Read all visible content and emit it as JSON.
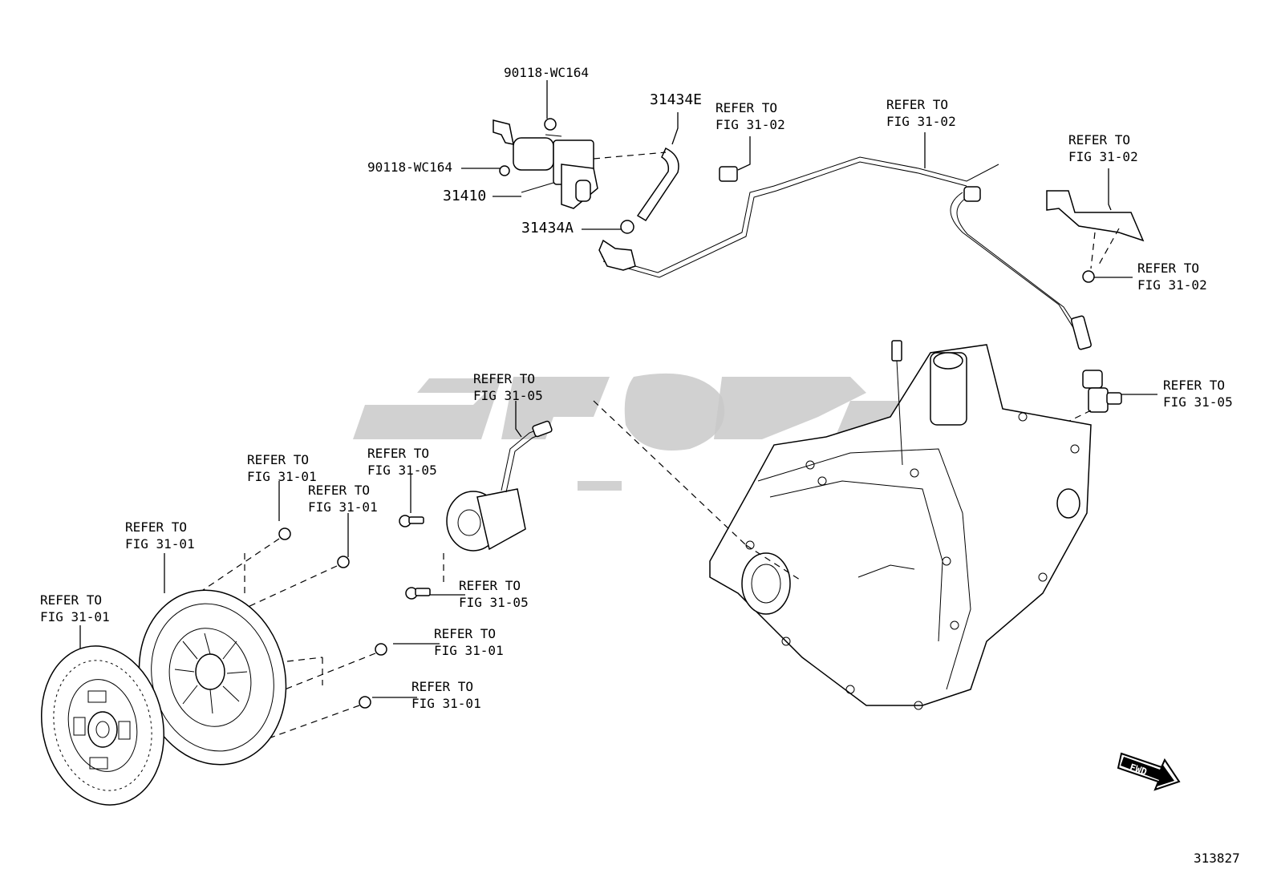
{
  "figure_id": "313827",
  "fwd_label": "FWD",
  "labels": [
    {
      "id": "p90118a",
      "lines": [
        "90118-WC164"
      ]
    },
    {
      "id": "p90118b",
      "lines": [
        "90118-WC164"
      ]
    },
    {
      "id": "p31434e",
      "lines": [
        "31434E"
      ]
    },
    {
      "id": "p31410",
      "lines": [
        "31410"
      ]
    },
    {
      "id": "p31434a",
      "lines": [
        "31434A"
      ]
    },
    {
      "id": "r1",
      "lines": [
        "REFER TO",
        "FIG 31-02"
      ]
    },
    {
      "id": "r2",
      "lines": [
        "REFER TO",
        "FIG 31-02"
      ]
    },
    {
      "id": "r3",
      "lines": [
        "REFER TO",
        "FIG 31-02"
      ]
    },
    {
      "id": "r4",
      "lines": [
        "REFER TO",
        "FIG 31-02"
      ]
    },
    {
      "id": "r5",
      "lines": [
        "REFER TO",
        "FIG 31-05"
      ]
    },
    {
      "id": "r6",
      "lines": [
        "REFER TO",
        "FIG 31-05"
      ]
    },
    {
      "id": "r7",
      "lines": [
        "REFER TO",
        "FIG 31-05"
      ]
    },
    {
      "id": "r8",
      "lines": [
        "REFER TO",
        "FIG 31-05"
      ]
    },
    {
      "id": "r9",
      "lines": [
        "REFER TO",
        "FIG 31-01"
      ]
    },
    {
      "id": "r10",
      "lines": [
        "REFER TO",
        "FIG 31-01"
      ]
    },
    {
      "id": "r11",
      "lines": [
        "REFER TO",
        "FIG 31-01"
      ]
    },
    {
      "id": "r12",
      "lines": [
        "REFER TO",
        "FIG 31-01"
      ]
    },
    {
      "id": "r13",
      "lines": [
        "REFER TO",
        "FIG 31-01"
      ]
    },
    {
      "id": "r14",
      "lines": [
        "REFER TO",
        "FIG 31-01"
      ]
    }
  ]
}
